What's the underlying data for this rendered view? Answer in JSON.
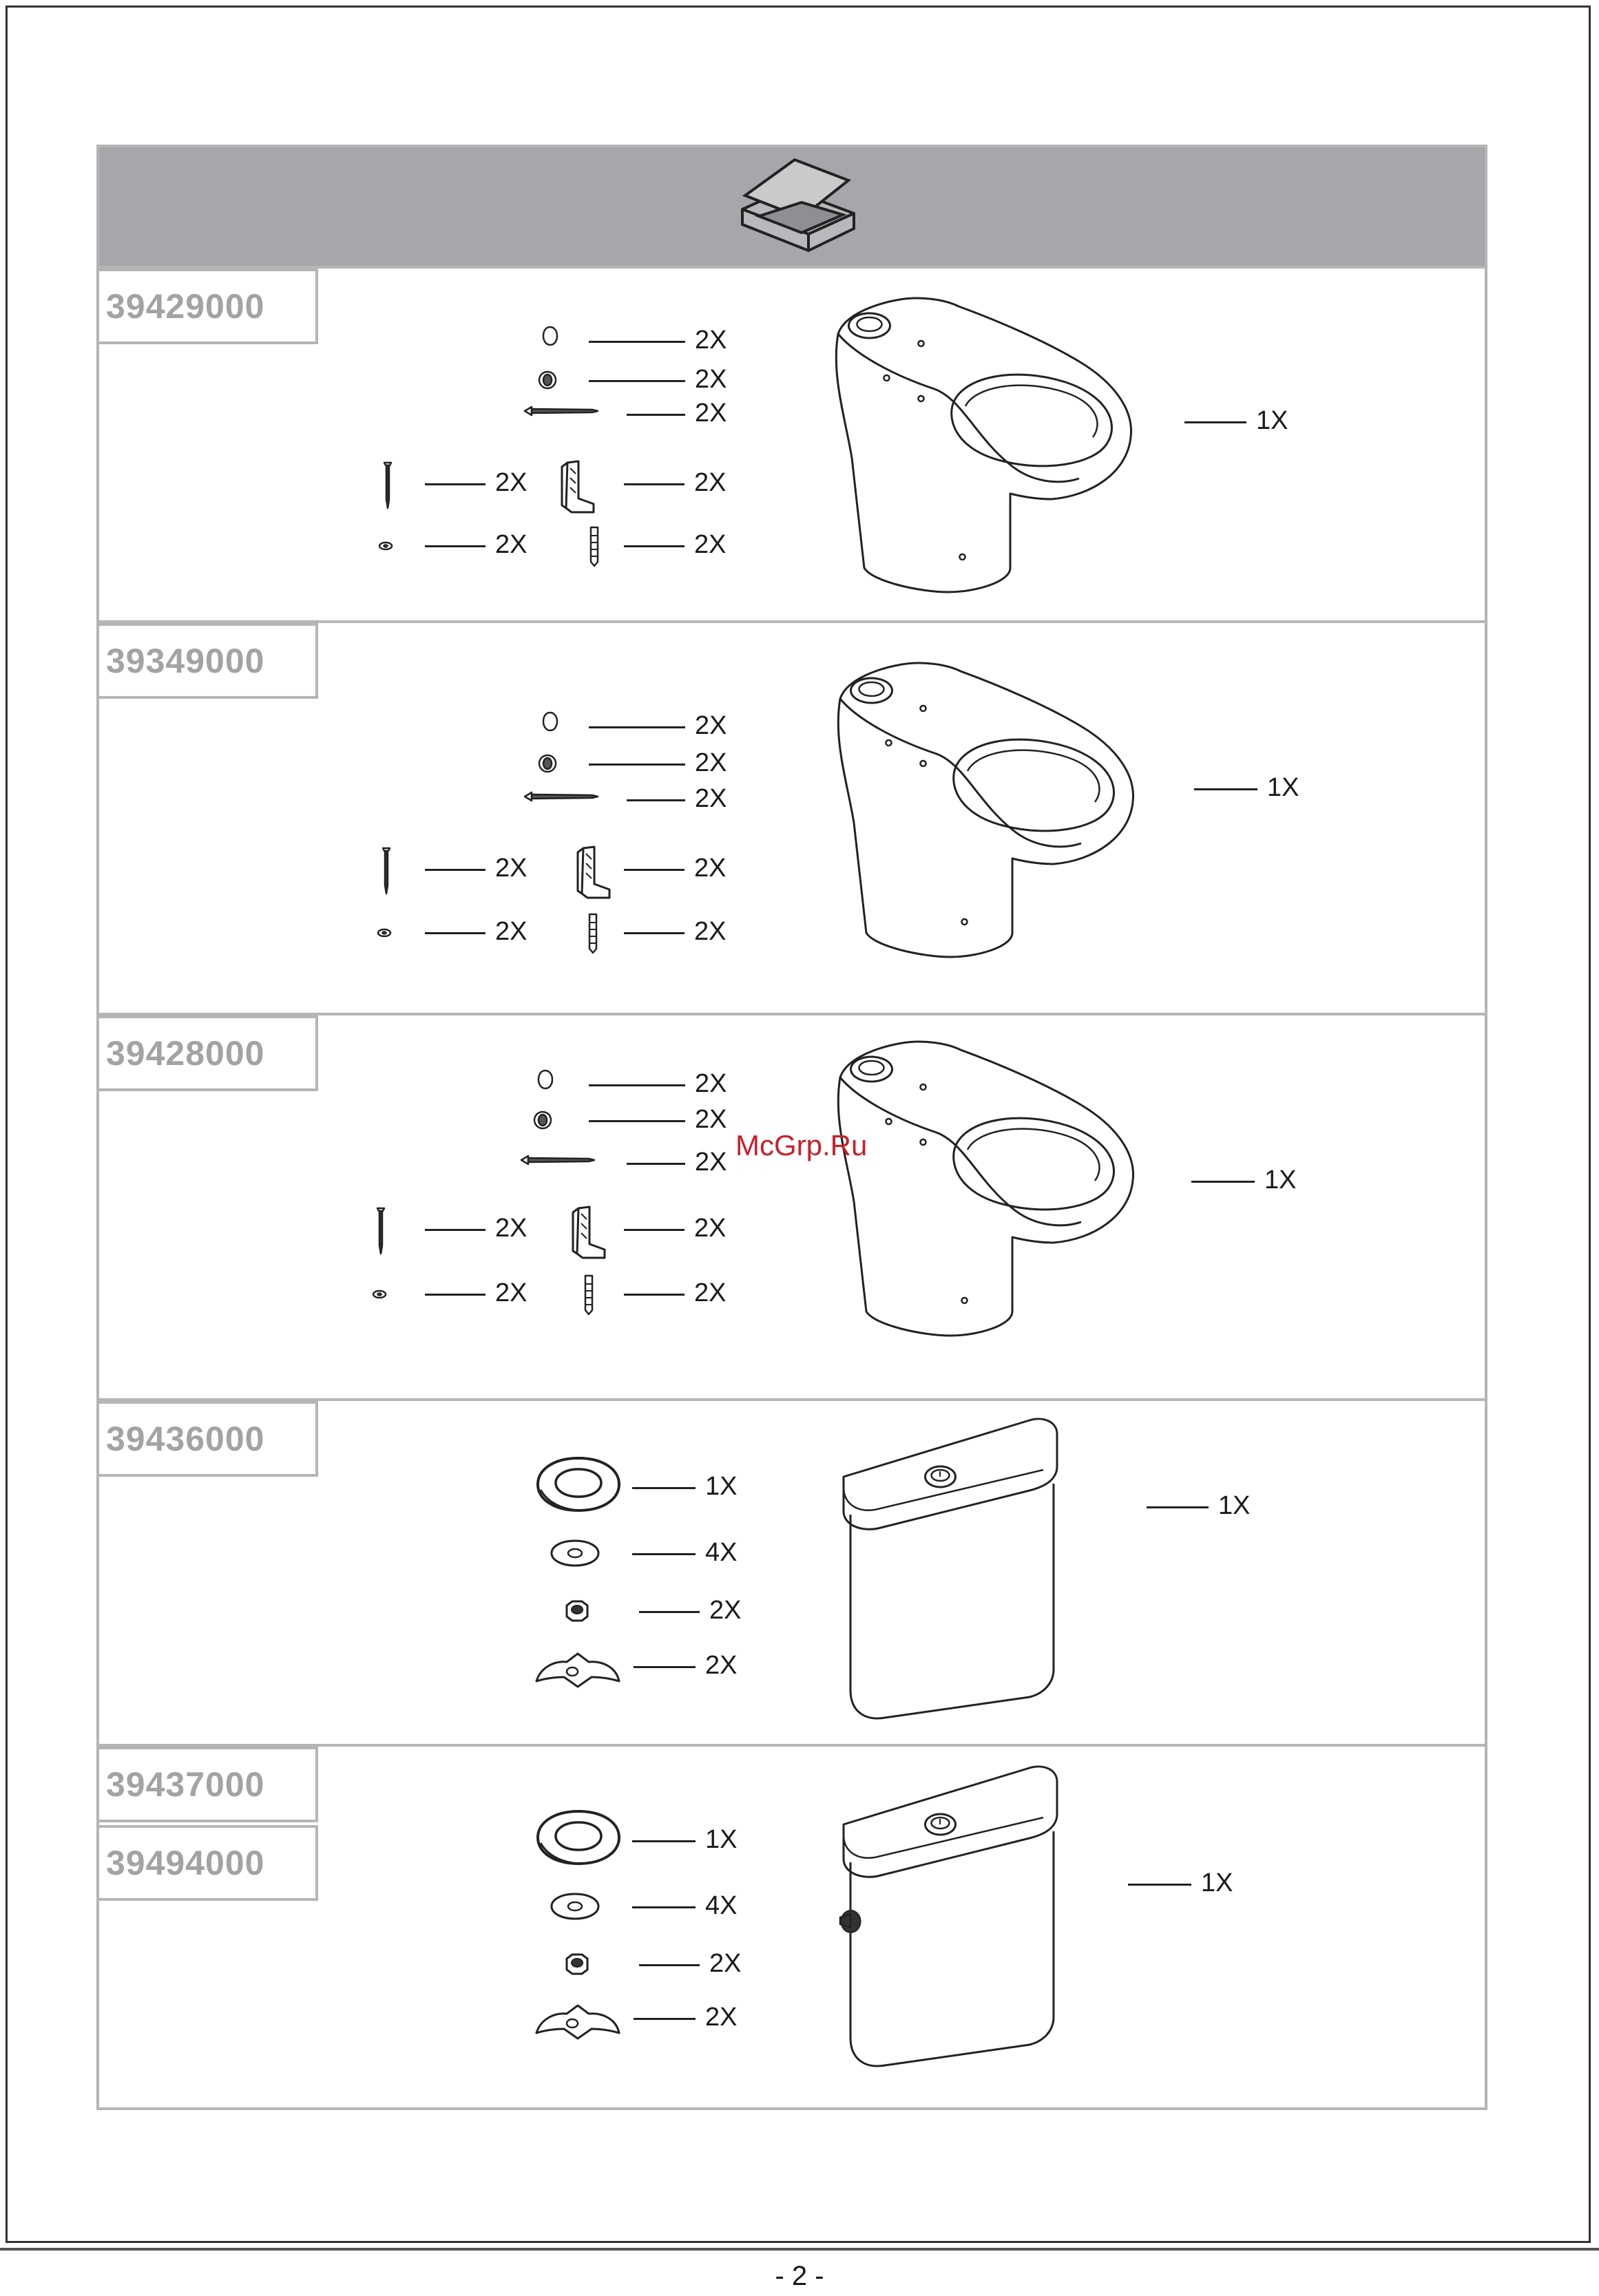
{
  "page": {
    "number": "- 2 -",
    "watermark": "McGrp.Ru"
  },
  "header": {
    "icon": "box-icon"
  },
  "sections": [
    {
      "codes": [
        "39429000"
      ],
      "parts": [
        "2X",
        "2X",
        "2X",
        "2X",
        "2X",
        "2X",
        "2X"
      ],
      "main_qty": "1X",
      "main_item": "toilet-bowl"
    },
    {
      "codes": [
        "39349000"
      ],
      "parts": [
        "2X",
        "2X",
        "2X",
        "2X",
        "2X",
        "2X",
        "2X"
      ],
      "main_qty": "1X",
      "main_item": "toilet-bowl"
    },
    {
      "codes": [
        "39428000"
      ],
      "parts": [
        "2X",
        "2X",
        "2X",
        "2X",
        "2X",
        "2X",
        "2X"
      ],
      "main_qty": "1X",
      "main_item": "toilet-bowl"
    },
    {
      "codes": [
        "39436000"
      ],
      "parts": [
        "1X",
        "4X",
        "2X",
        "2X"
      ],
      "main_qty": "1X",
      "main_item": "cistern"
    },
    {
      "codes": [
        "39437000",
        "39494000"
      ],
      "parts": [
        "1X",
        "4X",
        "2X",
        "2X"
      ],
      "main_qty": "1X",
      "main_item": "cistern-side-inlet"
    }
  ],
  "colors": {
    "header": "#a6a7aa",
    "code_text": "#a3a3a3",
    "border": "#b5b5b5",
    "watermark": "#c8202a"
  }
}
